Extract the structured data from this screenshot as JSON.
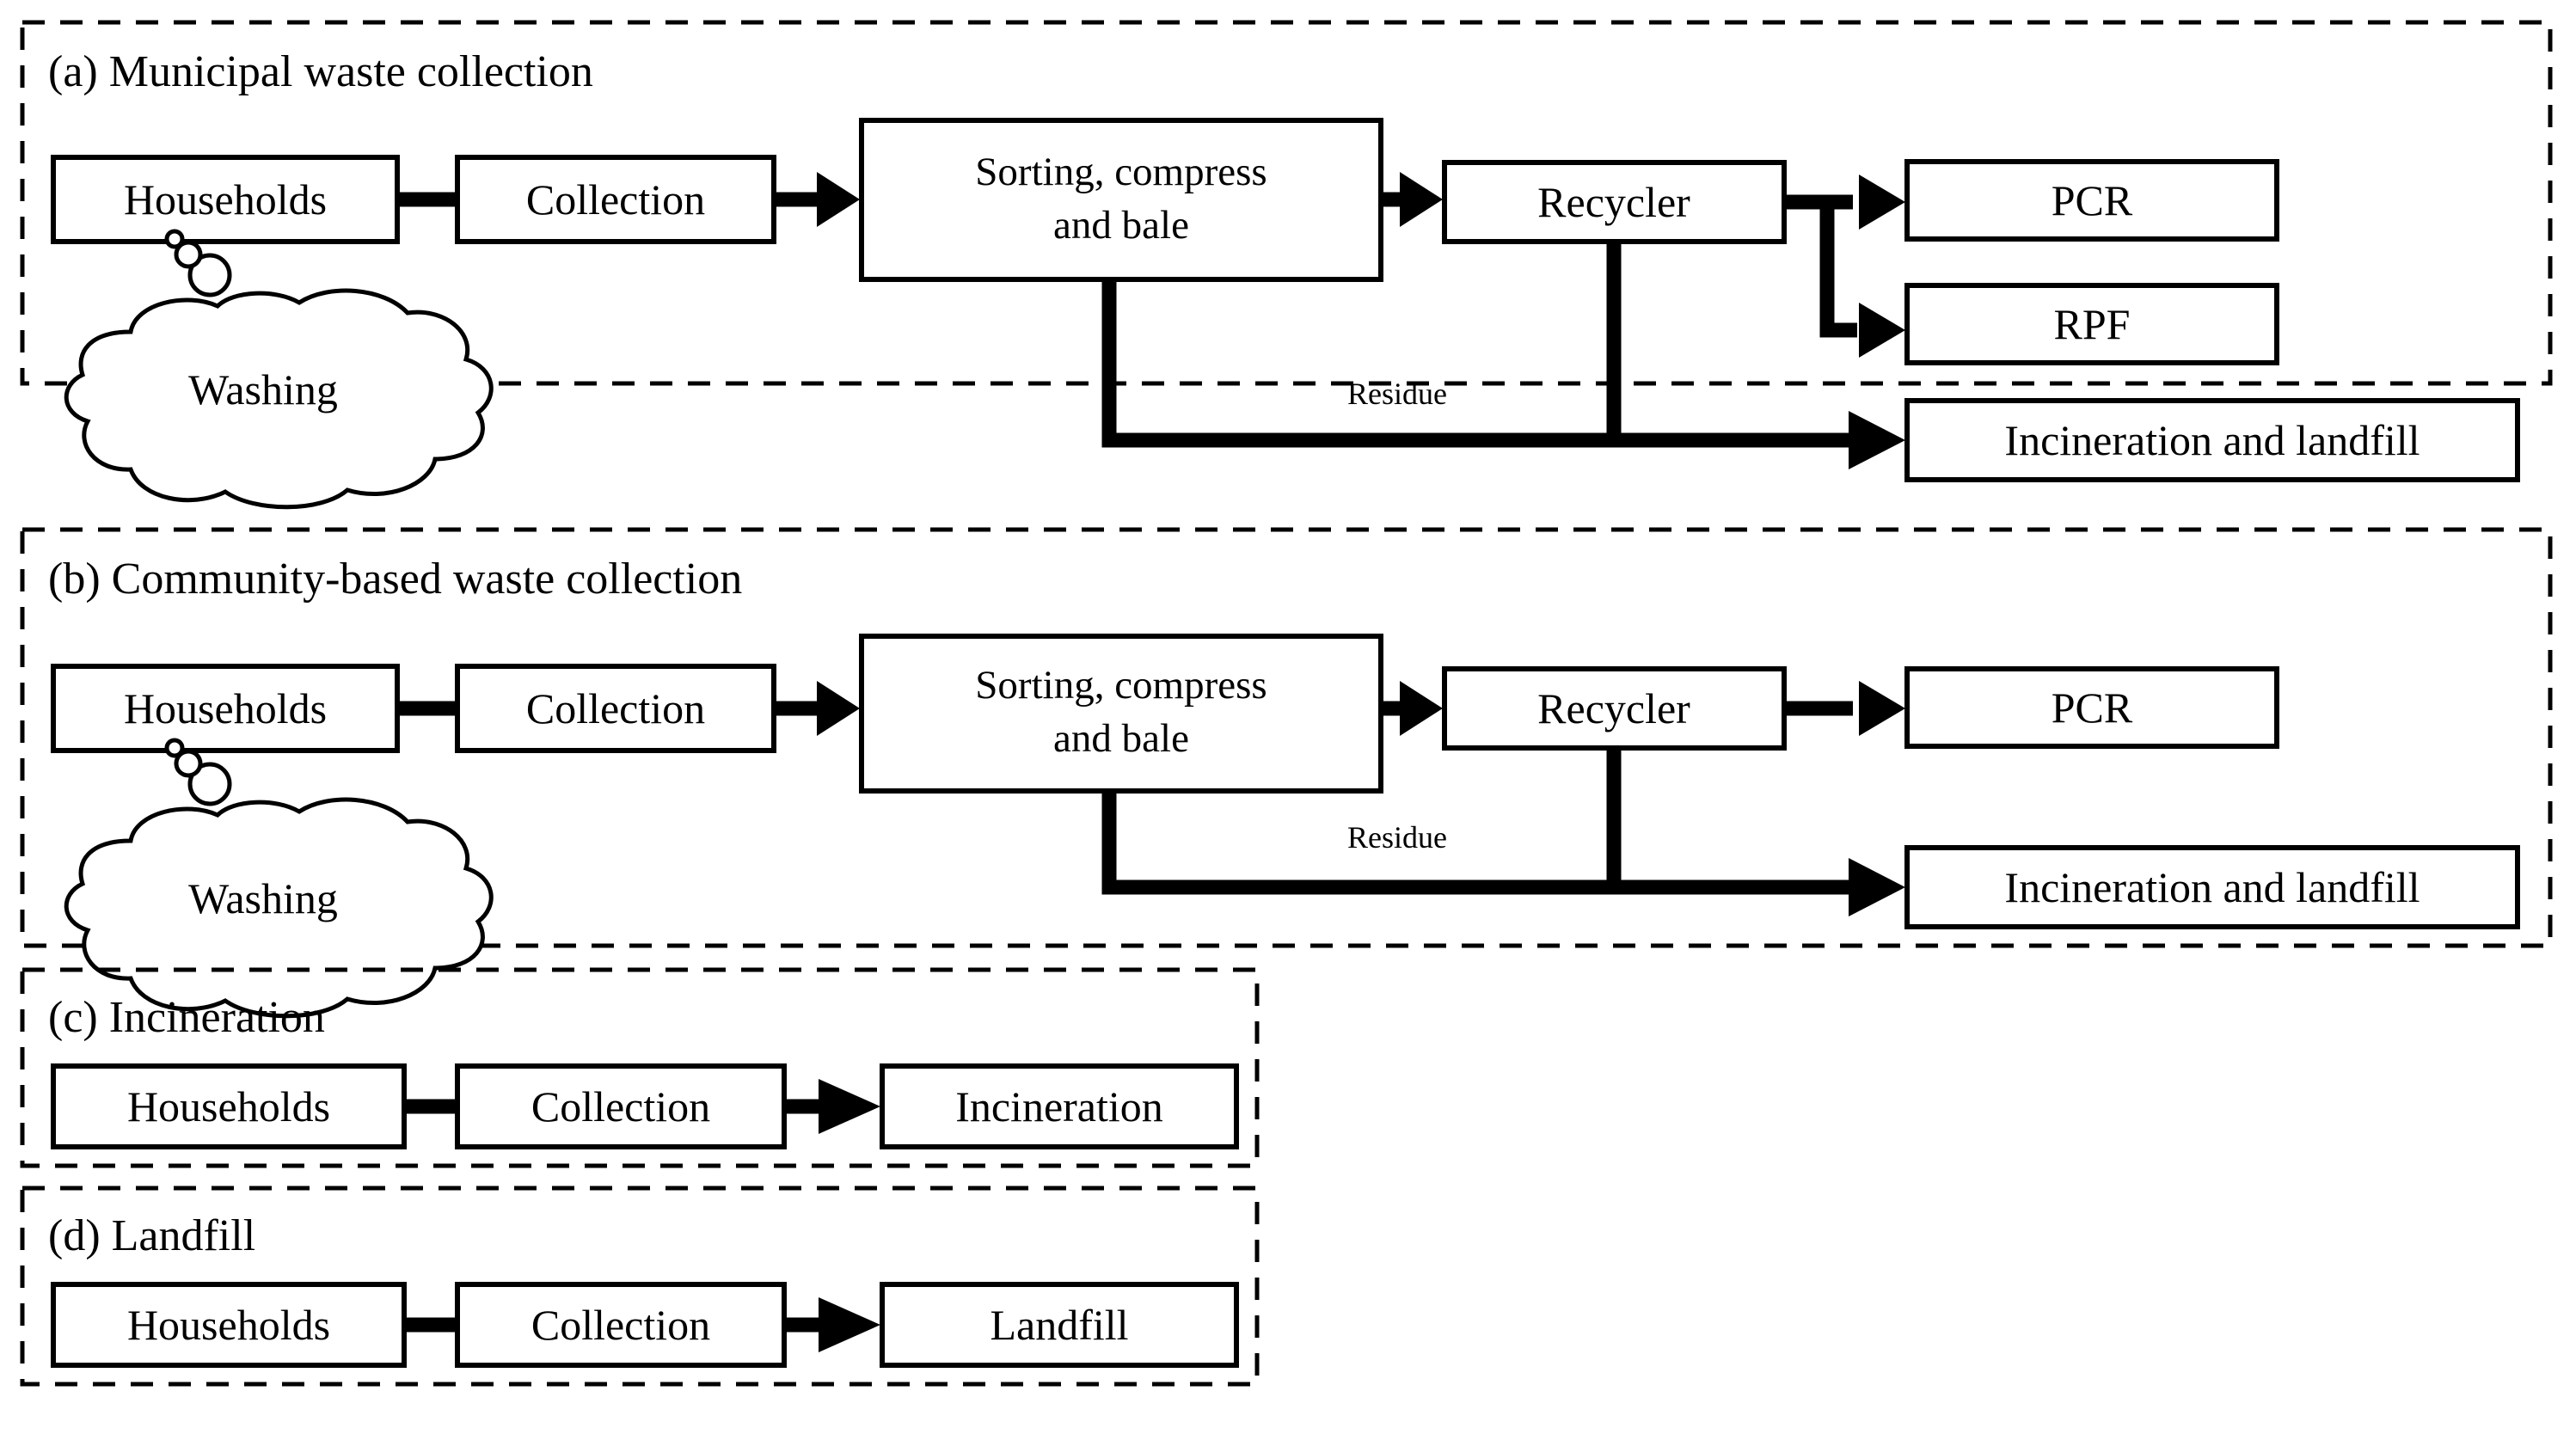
{
  "figure": {
    "title": "Waste collection and treatment scenarios flow diagram",
    "background_color": "#ffffff",
    "line_color": "#000000"
  },
  "panels": [
    {
      "id": "a",
      "title": "(a) Municipal waste collection",
      "nodes": [
        {
          "key": "households",
          "label": "Households"
        },
        {
          "key": "collection",
          "label": "Collection"
        },
        {
          "key": "sorting",
          "label_line1": "Sorting, compress",
          "label_line2": "and bale"
        },
        {
          "key": "recycler",
          "label": "Recycler"
        },
        {
          "key": "pcr",
          "label": "PCR"
        },
        {
          "key": "rpf",
          "label": "RPF"
        },
        {
          "key": "incineration_landfill",
          "label": "Incineration and landfill"
        }
      ],
      "annotations": [
        {
          "key": "washing",
          "label": "Washing",
          "shape": "thought-cloud"
        },
        {
          "key": "residue",
          "label": "Residue",
          "shape": "edge-label"
        }
      ],
      "edges": [
        {
          "from": "households",
          "to": "collection",
          "type": "connector"
        },
        {
          "from": "collection",
          "to": "sorting",
          "type": "arrow"
        },
        {
          "from": "sorting",
          "to": "recycler",
          "type": "arrow"
        },
        {
          "from": "recycler",
          "to": "pcr",
          "type": "arrow"
        },
        {
          "from": "recycler",
          "to": "rpf",
          "type": "arrow"
        },
        {
          "from": "sorting",
          "to": "incineration_landfill",
          "type": "arrow",
          "label": "Residue"
        },
        {
          "from": "recycler",
          "to": "incineration_landfill",
          "type": "arrow",
          "label": "Residue"
        }
      ]
    },
    {
      "id": "b",
      "title": "(b) Community-based waste collection",
      "nodes": [
        {
          "key": "households",
          "label": "Households"
        },
        {
          "key": "collection",
          "label": "Collection"
        },
        {
          "key": "sorting",
          "label_line1": "Sorting, compress",
          "label_line2": "and bale"
        },
        {
          "key": "recycler",
          "label": "Recycler"
        },
        {
          "key": "pcr",
          "label": "PCR"
        },
        {
          "key": "incineration_landfill",
          "label": "Incineration and landfill"
        }
      ],
      "annotations": [
        {
          "key": "washing",
          "label": "Washing",
          "shape": "thought-cloud"
        },
        {
          "key": "residue",
          "label": "Residue",
          "shape": "edge-label"
        }
      ],
      "edges": [
        {
          "from": "households",
          "to": "collection",
          "type": "connector"
        },
        {
          "from": "collection",
          "to": "sorting",
          "type": "arrow"
        },
        {
          "from": "sorting",
          "to": "recycler",
          "type": "arrow"
        },
        {
          "from": "recycler",
          "to": "pcr",
          "type": "arrow"
        },
        {
          "from": "sorting",
          "to": "incineration_landfill",
          "type": "arrow",
          "label": "Residue"
        },
        {
          "from": "recycler",
          "to": "incineration_landfill",
          "type": "arrow",
          "label": "Residue"
        }
      ]
    },
    {
      "id": "c",
      "title": "(c) Incineration",
      "nodes": [
        {
          "key": "households",
          "label": "Households"
        },
        {
          "key": "collection",
          "label": "Collection"
        },
        {
          "key": "incineration",
          "label": "Incineration"
        }
      ],
      "edges": [
        {
          "from": "households",
          "to": "collection",
          "type": "connector"
        },
        {
          "from": "collection",
          "to": "incineration",
          "type": "arrow"
        }
      ]
    },
    {
      "id": "d",
      "title": "(d) Landfill",
      "nodes": [
        {
          "key": "households",
          "label": "Households"
        },
        {
          "key": "collection",
          "label": "Collection"
        },
        {
          "key": "landfill",
          "label": "Landfill"
        }
      ],
      "edges": [
        {
          "from": "households",
          "to": "collection",
          "type": "connector"
        },
        {
          "from": "collection",
          "to": "landfill",
          "type": "arrow"
        }
      ]
    }
  ]
}
